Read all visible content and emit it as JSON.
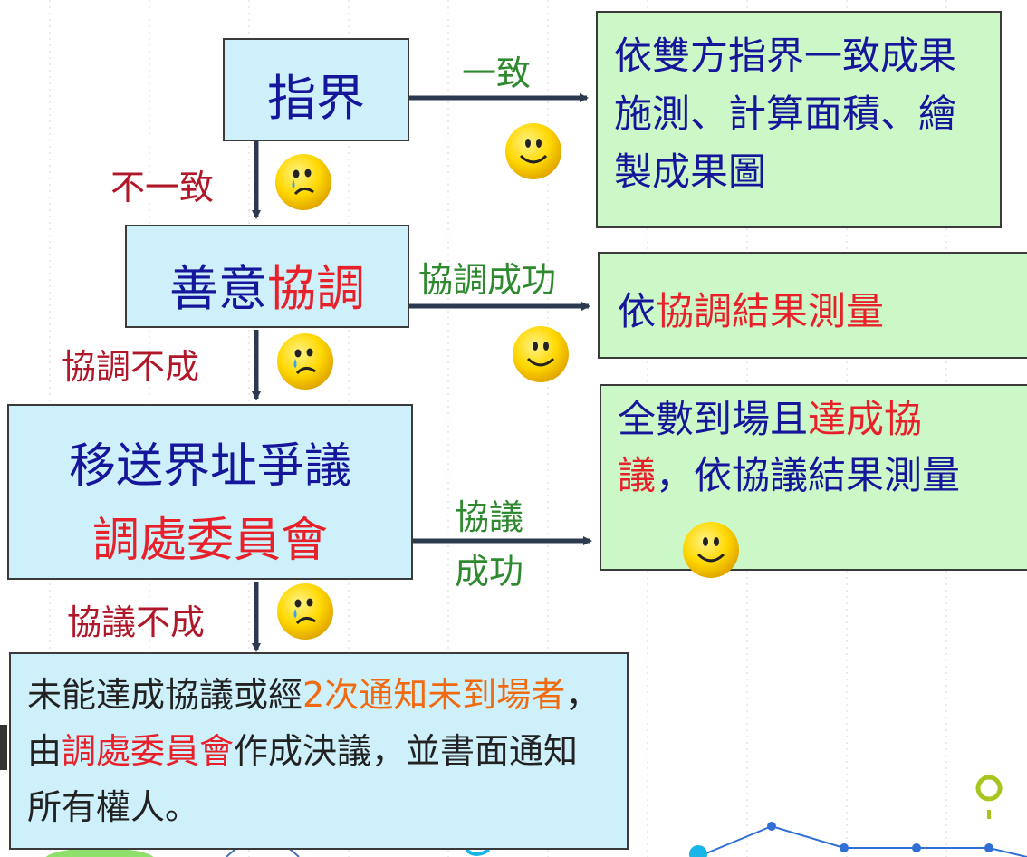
{
  "flow": {
    "step1": {
      "label": "指界"
    },
    "branch1": {
      "right_label": "一致",
      "result": "依雙方指界一致成果施測、計算面積、繪製成果圖",
      "down_label": "不一致"
    },
    "step2": {
      "label_plain": "善意",
      "label_highlight": "協調"
    },
    "branch2": {
      "right_label": "協調成功",
      "result_plain": "依",
      "result_highlight": "協調結果測量",
      "down_label": "協調不成"
    },
    "step3": {
      "line1": "移送界址爭議",
      "line2": "調處委員會"
    },
    "branch3": {
      "right_label_line1": "協議",
      "right_label_line2": "成功",
      "result_part1": "全數到場且",
      "result_part2": "達成協議",
      "result_part3": "，依協議結果測量",
      "down_label": "協議不成"
    },
    "final": {
      "part1": "未能達成協議或經",
      "part2": "2次通知未到場者",
      "part3": "，由",
      "part4": "調處委員會",
      "part5": "作成決議，並書面通知所有權人。"
    }
  },
  "icons": {
    "happy": "smiley-face-icon",
    "sad": "crying-face-icon"
  },
  "colors": {
    "box_blue": "#cdf0fb",
    "box_green": "#ccf7c6",
    "text_navy": "#15169a",
    "text_red": "#e8202a",
    "text_darkred": "#b0182a",
    "text_green": "#2f8a2f",
    "text_orange": "#f06a10",
    "arrow": "#2b3a4f"
  }
}
